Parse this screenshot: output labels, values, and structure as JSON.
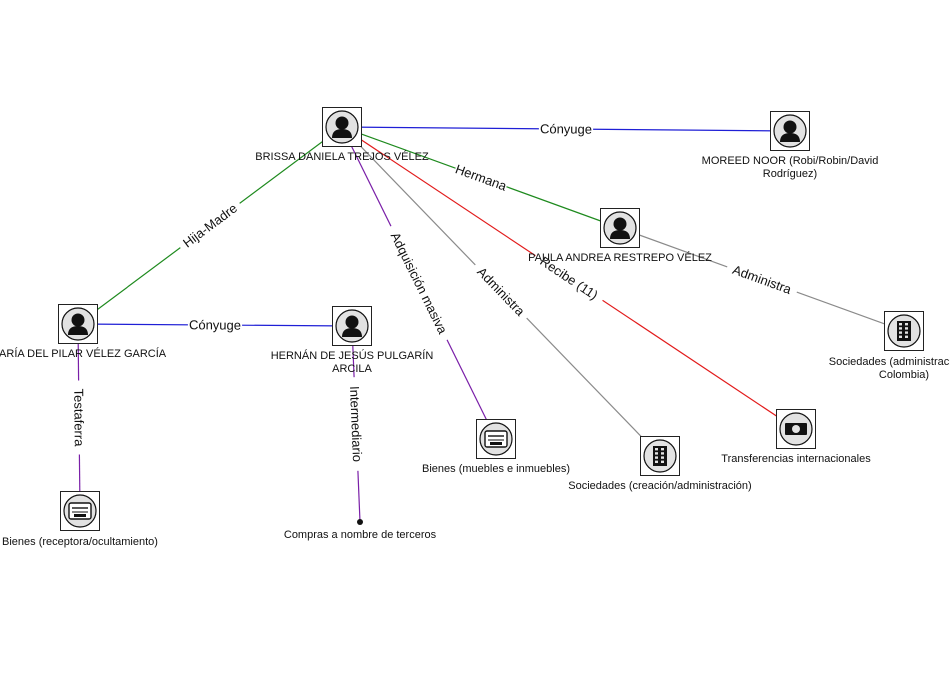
{
  "colors": {
    "spouse": "#1f1fd6",
    "family": "#1e8a1e",
    "purchase": "#7a1fa8",
    "administers": "#8a8a8a",
    "receives": "#e21b1b",
    "frontman": "#7a1fa8",
    "intermediary": "#7a1fa8"
  },
  "nodes": [
    {
      "id": "brissa",
      "type": "person",
      "icon": "female-person-icon",
      "label": [
        "BRISSA DANIELA TREJOS VÉLEZ"
      ]
    },
    {
      "id": "moreed",
      "type": "person",
      "icon": "male-person-icon",
      "label": [
        "MOREED NOOR (Robi/Robin/David",
        "Rodríguez)"
      ]
    },
    {
      "id": "paula",
      "type": "person",
      "icon": "female-person-icon",
      "label": [
        "PAULA ANDREA RESTREPO VÉLEZ"
      ]
    },
    {
      "id": "maria",
      "type": "person",
      "icon": "female-person-icon",
      "label": [
        "MARÍA DEL PILAR VÉLEZ GARCÍA"
      ]
    },
    {
      "id": "hernan",
      "type": "person",
      "icon": "male-person-icon",
      "label": [
        "HERNÁN DE JESÚS PULGARÍN",
        "ARCILA"
      ]
    },
    {
      "id": "soc_col",
      "type": "company",
      "icon": "building-icon",
      "label": [
        "Sociedades (administración en",
        "Colombia)"
      ]
    },
    {
      "id": "transfer",
      "type": "money",
      "icon": "money-bill-icon",
      "label": [
        "Transferencias internacionales"
      ]
    },
    {
      "id": "bienes_mi",
      "type": "property",
      "icon": "property-icon",
      "label": [
        "Bienes (muebles e inmuebles)"
      ]
    },
    {
      "id": "soc_crea",
      "type": "company",
      "icon": "building-icon",
      "label": [
        "Sociedades (creación/administración)"
      ]
    },
    {
      "id": "bienes_rec",
      "type": "property",
      "icon": "property-icon",
      "label": [
        "Bienes (receptora/ocultamiento)"
      ]
    },
    {
      "id": "compras",
      "type": "dot",
      "icon": "dot-icon",
      "label": [
        "Compras a nombre de terceros"
      ]
    }
  ],
  "edges": [
    {
      "from": "brissa",
      "to": "moreed",
      "label": "Cónyuge",
      "kind": "spouse"
    },
    {
      "from": "brissa",
      "to": "paula",
      "label": "Hermana",
      "kind": "family"
    },
    {
      "from": "brissa",
      "to": "maria",
      "label": "Hija-Madre",
      "kind": "family"
    },
    {
      "from": "brissa",
      "to": "bienes_mi",
      "label": "Adquisición masiva",
      "kind": "purchase"
    },
    {
      "from": "brissa",
      "to": "soc_crea",
      "label": "Administra",
      "kind": "administers"
    },
    {
      "from": "brissa",
      "to": "transfer",
      "label": "Recibe (11)",
      "kind": "receives"
    },
    {
      "from": "paula",
      "to": "soc_col",
      "label": "Administra",
      "kind": "administers"
    },
    {
      "from": "maria",
      "to": "hernan",
      "label": "Cónyuge",
      "kind": "spouse"
    },
    {
      "from": "maria",
      "to": "bienes_rec",
      "label": "Testaferra",
      "kind": "frontman"
    },
    {
      "from": "hernan",
      "to": "compras",
      "label": "Intermediario",
      "kind": "intermediary"
    }
  ]
}
